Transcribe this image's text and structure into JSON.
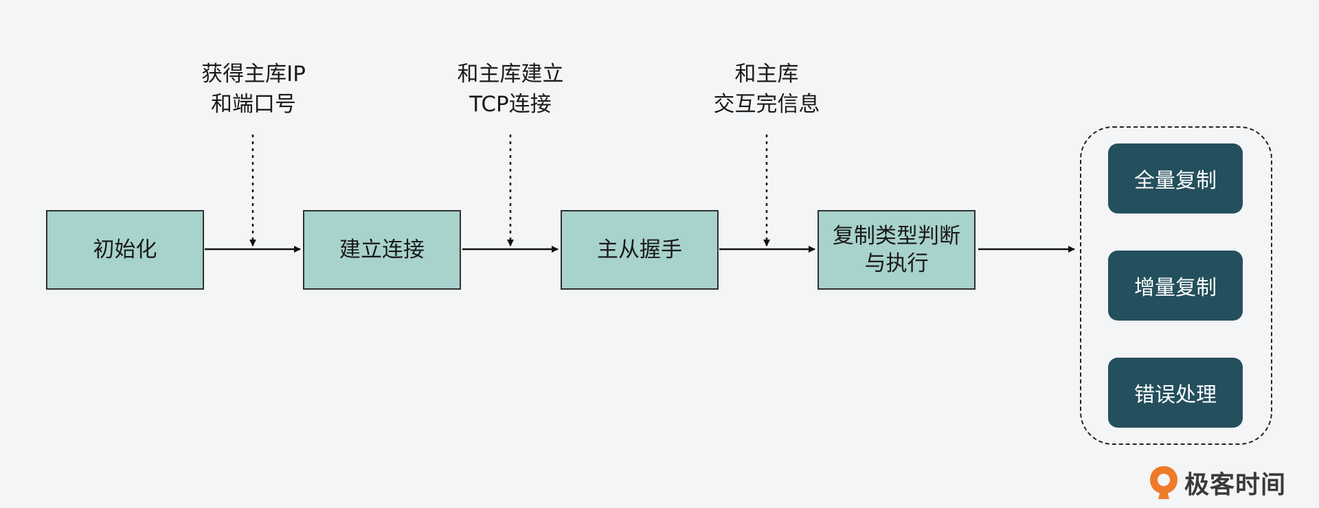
{
  "steps": [
    {
      "label": "初始化"
    },
    {
      "label": "建立连接"
    },
    {
      "label": "主从握手"
    },
    {
      "label": "复制类型判断\n与执行"
    }
  ],
  "annotations": [
    {
      "text": "获得主库IP\n和端口号"
    },
    {
      "text": "和主库建立\nTCP连接"
    },
    {
      "text": "和主库\n交互完信息"
    }
  ],
  "replication_types": [
    {
      "label": "全量复制"
    },
    {
      "label": "增量复制"
    },
    {
      "label": "错误处理"
    }
  ],
  "brand": {
    "name": "极客时间"
  },
  "colors": {
    "background": "#f3f5f7",
    "step_fill": "#a8d2cc",
    "type_fill": "#244f5c",
    "brand_orange": "#ee7a2a"
  }
}
